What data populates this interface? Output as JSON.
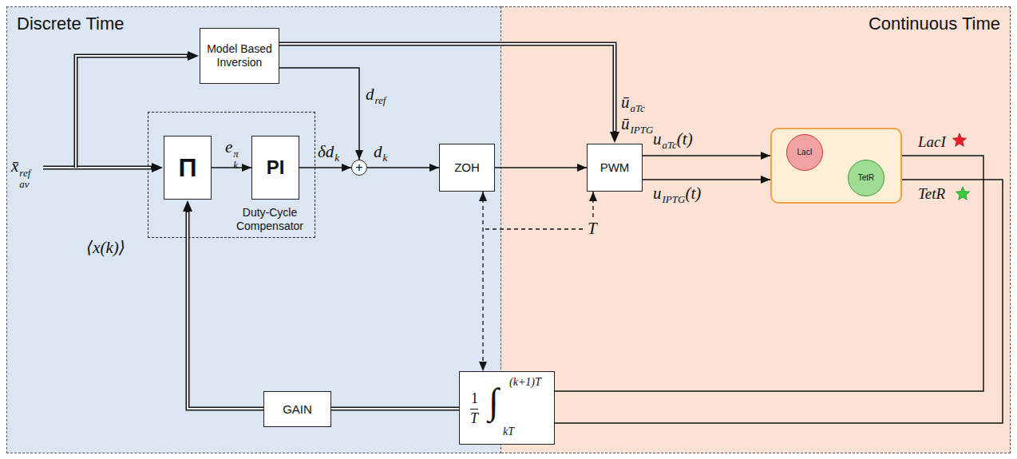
{
  "diagram": {
    "nodes": [
      {
        "text": [
          "Discrete Time"
        ]
      },
      {
        "text": [
          "Continuous Time"
        ]
      },
      {
        "text": [
          "Model Based Inversion"
        ],
        "in": 0
      },
      {
        "text": [
          "Duty-Cycle Compensator"
        ],
        "in": 0
      },
      {
        "text": [
          "Π"
        ],
        "in": 3
      },
      {
        "text": [
          "PI"
        ],
        "in": 3
      },
      {
        "text": [
          "+"
        ],
        "in": 0
      },
      {
        "text": [
          "ZOH"
        ],
        "in": 0
      },
      {
        "text": [
          "PWM"
        ],
        "in": 1
      },
      {
        "text": [],
        "in": 1
      },
      {
        "text": [
          "LacI"
        ],
        "in": 9
      },
      {
        "text": [
          "TetR"
        ],
        "in": 9
      },
      {
        "text": [
          "1",
          "T",
          "∫",
          "(k+1)T",
          "kT"
        ]
      },
      {
        "text": [
          "GAIN"
        ],
        "in": 0
      }
    ],
    "edges": [
      {
        "from": 2,
        "to": 6,
        "arrow": "to"
      },
      {
        "from": 2,
        "to": 8,
        "arrow": "to"
      },
      {
        "from": 4,
        "to": 5,
        "arrow": "to"
      },
      {
        "from": 5,
        "to": 6,
        "arrow": "to"
      },
      {
        "from": 6,
        "to": 7,
        "arrow": "to"
      },
      {
        "from": 7,
        "to": 8,
        "arrow": "to"
      },
      {
        "from": 8,
        "to": 9,
        "arrow": "to"
      },
      {
        "from": 8,
        "to": 9,
        "arrow": "to"
      },
      {
        "from": 9,
        "to": 12,
        "arrow": "none"
      },
      {
        "from": 9,
        "to": 12,
        "arrow": "none"
      },
      {
        "from": 12,
        "to": 13,
        "arrow": "none"
      },
      {
        "from": 13,
        "to": 4,
        "arrow": "to"
      },
      {
        "from": 7,
        "to": 12,
        "arrow": "both"
      }
    ],
    "labels": [
      "x̄",
      "ref",
      "av",
      "e",
      "π",
      "k",
      "δd",
      "k",
      "d",
      "k",
      "d",
      "ref",
      "ū",
      "aTc",
      "ū",
      "IPTG",
      "u",
      "aTc",
      "(t)",
      "u",
      "IPTG",
      "(t)",
      "T",
      "⟨x(k)⟩",
      "LacI",
      "TetR"
    ]
  }
}
